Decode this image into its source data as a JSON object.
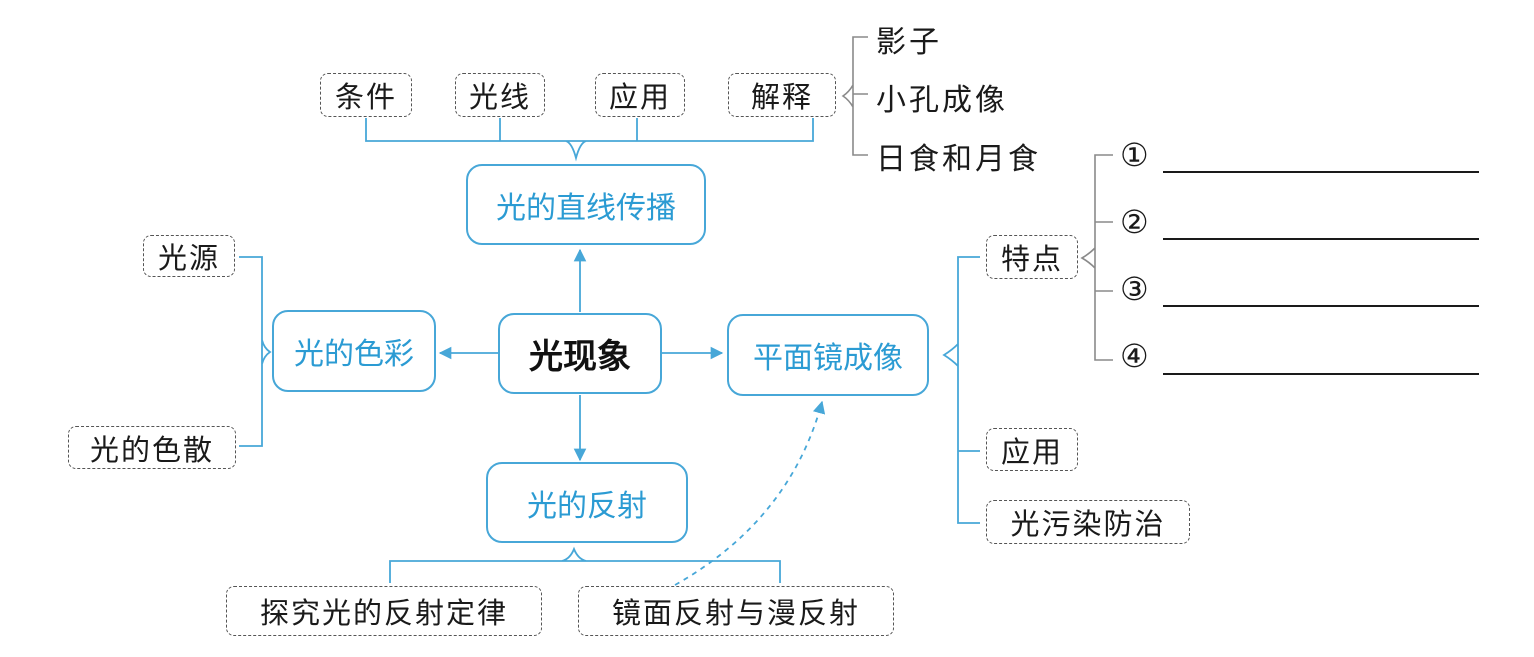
{
  "center": "光现象",
  "nodes": {
    "rectilinear": "光的直线传播",
    "color": "光的色彩",
    "mirror": "平面镜成像",
    "reflection": "光的反射"
  },
  "rectilinear_children": [
    "条件",
    "光线",
    "应用",
    "解释"
  ],
  "explanation_items": [
    "影子",
    "小孔成像",
    "日食和月食"
  ],
  "color_children": [
    "光源",
    "光的色散"
  ],
  "reflection_children": [
    "探究光的反射定律",
    "镜面反射与漫反射"
  ],
  "mirror_children": {
    "features": "特点",
    "application": "应用",
    "pollution": "光污染防治"
  },
  "feature_blanks": [
    "①",
    "②",
    "③",
    "④"
  ],
  "colors": {
    "accent": "#47a7d8",
    "accent_text": "#2b9bd3"
  }
}
